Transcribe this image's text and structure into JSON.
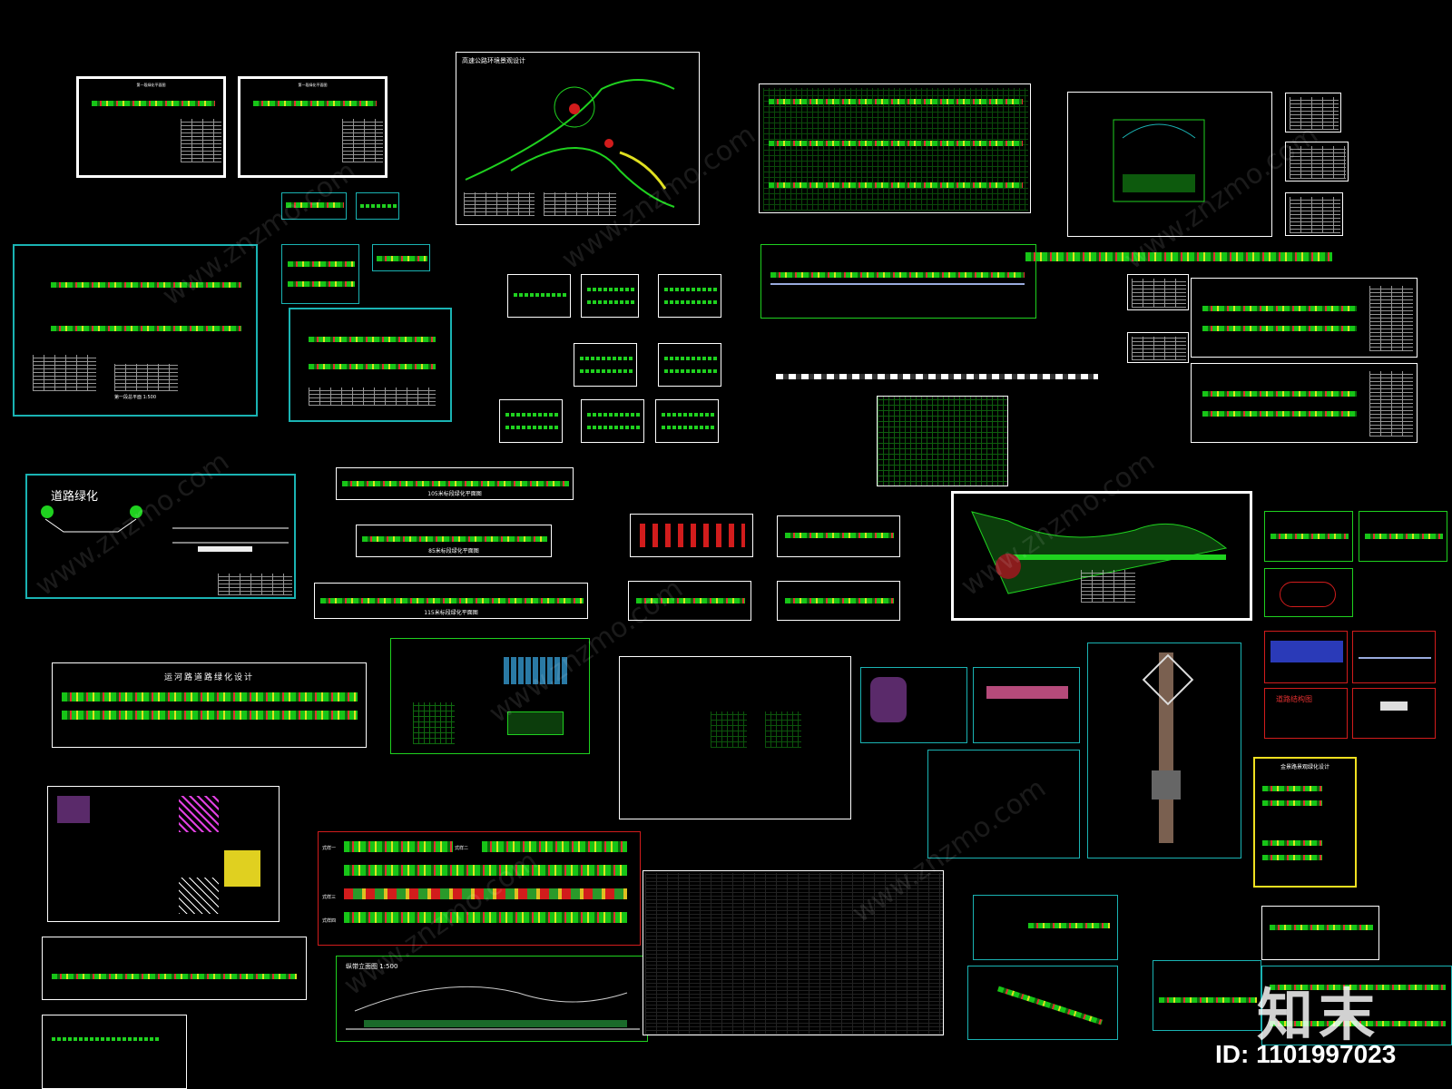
{
  "app": {
    "background": "#000000"
  },
  "sheets": {
    "highway": "高速公路环境景观设计",
    "road_greening": "道路绿化",
    "seg105": "105米标段绿化平面图",
    "seg85": "85米标段绿化平面图",
    "seg115": "115米标段绿化平面图",
    "river_road": "运河路道路绿化设计",
    "jinye": "金景路景观绿化设计",
    "elevation": "纵带立面图  1:500",
    "road_struct": "道路结构图",
    "sec1_title": "第一段绿化平面图",
    "sec1_subtitle": "第一段绿化平面图",
    "sec1_caption": "第一段总平面  1:500",
    "form1": "式样一",
    "form2": "式样二",
    "form3": "式样三",
    "form4": "式样四"
  },
  "watermark": {
    "text": "www.znzmo.com"
  },
  "brand": {
    "logo": "知末",
    "id_label": "ID: 1101997023"
  },
  "colors": {
    "green": "#1fd11f",
    "cyan": "#1ab3b3",
    "red": "#d21c1c",
    "yellow": "#f0e020",
    "white": "#ffffff"
  }
}
